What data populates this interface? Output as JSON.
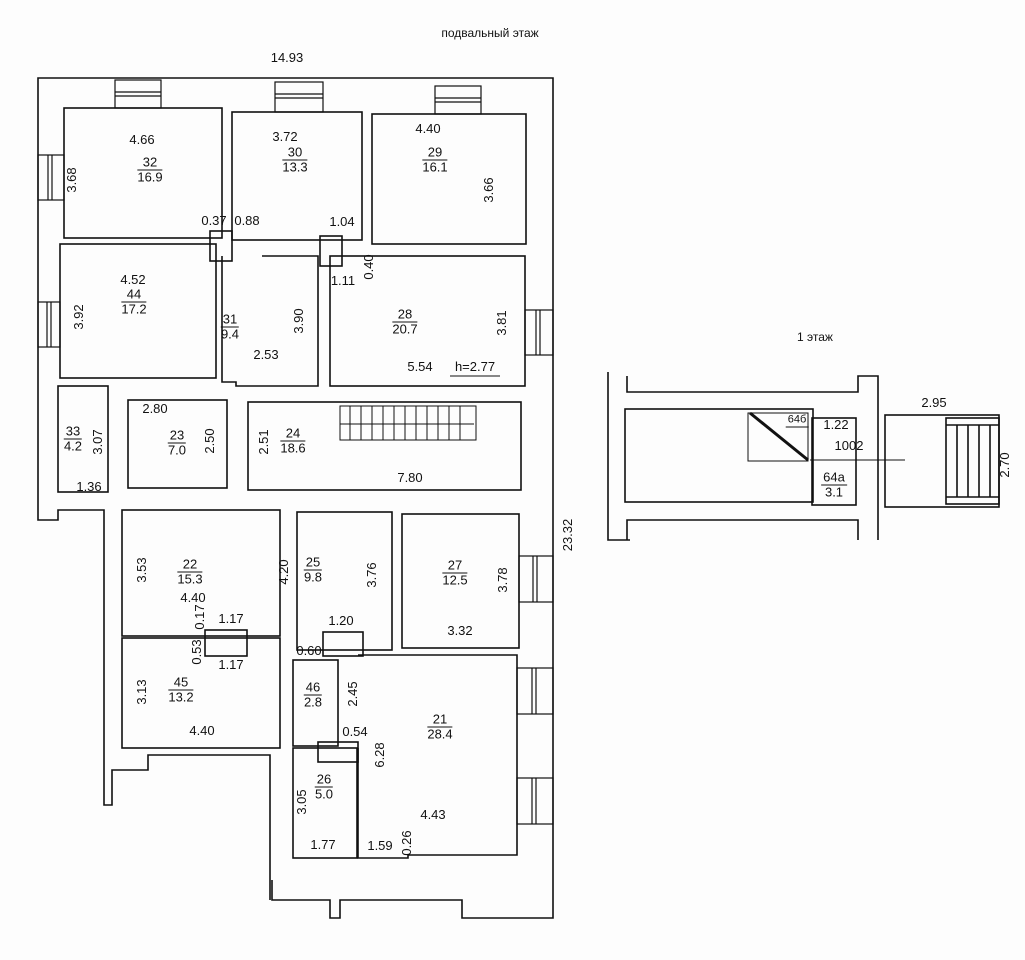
{
  "titles": {
    "basement": "подвальный этаж",
    "first_floor": "1 этаж"
  },
  "rooms": {
    "r32": {
      "number": "32",
      "area": "16.9"
    },
    "r30": {
      "number": "30",
      "area": "13.3"
    },
    "r29": {
      "number": "29",
      "area": "16.1"
    },
    "r44": {
      "number": "44",
      "area": "17.2"
    },
    "r31": {
      "number": "31",
      "area": "9.4"
    },
    "r28": {
      "number": "28",
      "area": "20.7"
    },
    "r33": {
      "number": "33",
      "area": "4.2"
    },
    "r23": {
      "number": "23",
      "area": "7.0"
    },
    "r24": {
      "number": "24",
      "area": "18.6"
    },
    "r22": {
      "number": "22",
      "area": "15.3"
    },
    "r25": {
      "number": "25",
      "area": "9.8"
    },
    "r27": {
      "number": "27",
      "area": "12.5"
    },
    "r45": {
      "number": "45",
      "area": "13.2"
    },
    "r46": {
      "number": "46",
      "area": "2.8"
    },
    "r21": {
      "number": "21",
      "area": "28.4"
    },
    "r26": {
      "number": "26",
      "area": "5.0"
    },
    "r64b": {
      "number": "64б"
    },
    "r64a": {
      "number": "64а",
      "area": "3.1"
    }
  },
  "dims": {
    "total_width": "14.93",
    "total_length": "23.32",
    "d32w": "4.66",
    "d30w": "3.72",
    "d29w": "4.40",
    "d32h": "3.68",
    "d29h": "3.66",
    "d037": "0.37",
    "d088": "0.88",
    "d104": "1.04",
    "d44w": "4.52",
    "d44h": "3.92",
    "d31h": "3.90",
    "d111": "1.11",
    "d040": "0.40",
    "d28h": "3.81",
    "d31w": "2.53",
    "d28w": "5.54",
    "ceiling": "h=2.77",
    "d23w": "2.80",
    "d23h": "2.50",
    "d33h": "3.07",
    "d33w": "1.36",
    "d24h": "2.51",
    "d24w": "7.80",
    "d22h": "3.53",
    "d22w": "4.40",
    "d017": "0.17",
    "d117a": "1.17",
    "d053": "0.53",
    "d117b": "1.17",
    "d45h": "3.13",
    "d45w": "4.40",
    "d25h": "4.20",
    "d25b": "3.76",
    "d27h": "3.78",
    "d27w": "3.32",
    "d120": "1.20",
    "d060": "0.60",
    "d245": "2.45",
    "d054": "0.54",
    "d628": "6.28",
    "d21w": "4.43",
    "d26h": "3.05",
    "d26w": "1.77",
    "d159": "1.59",
    "d026": "0.26",
    "f295": "2.95",
    "f270": "2.70",
    "f122": "1.22",
    "f1002": "1002"
  }
}
